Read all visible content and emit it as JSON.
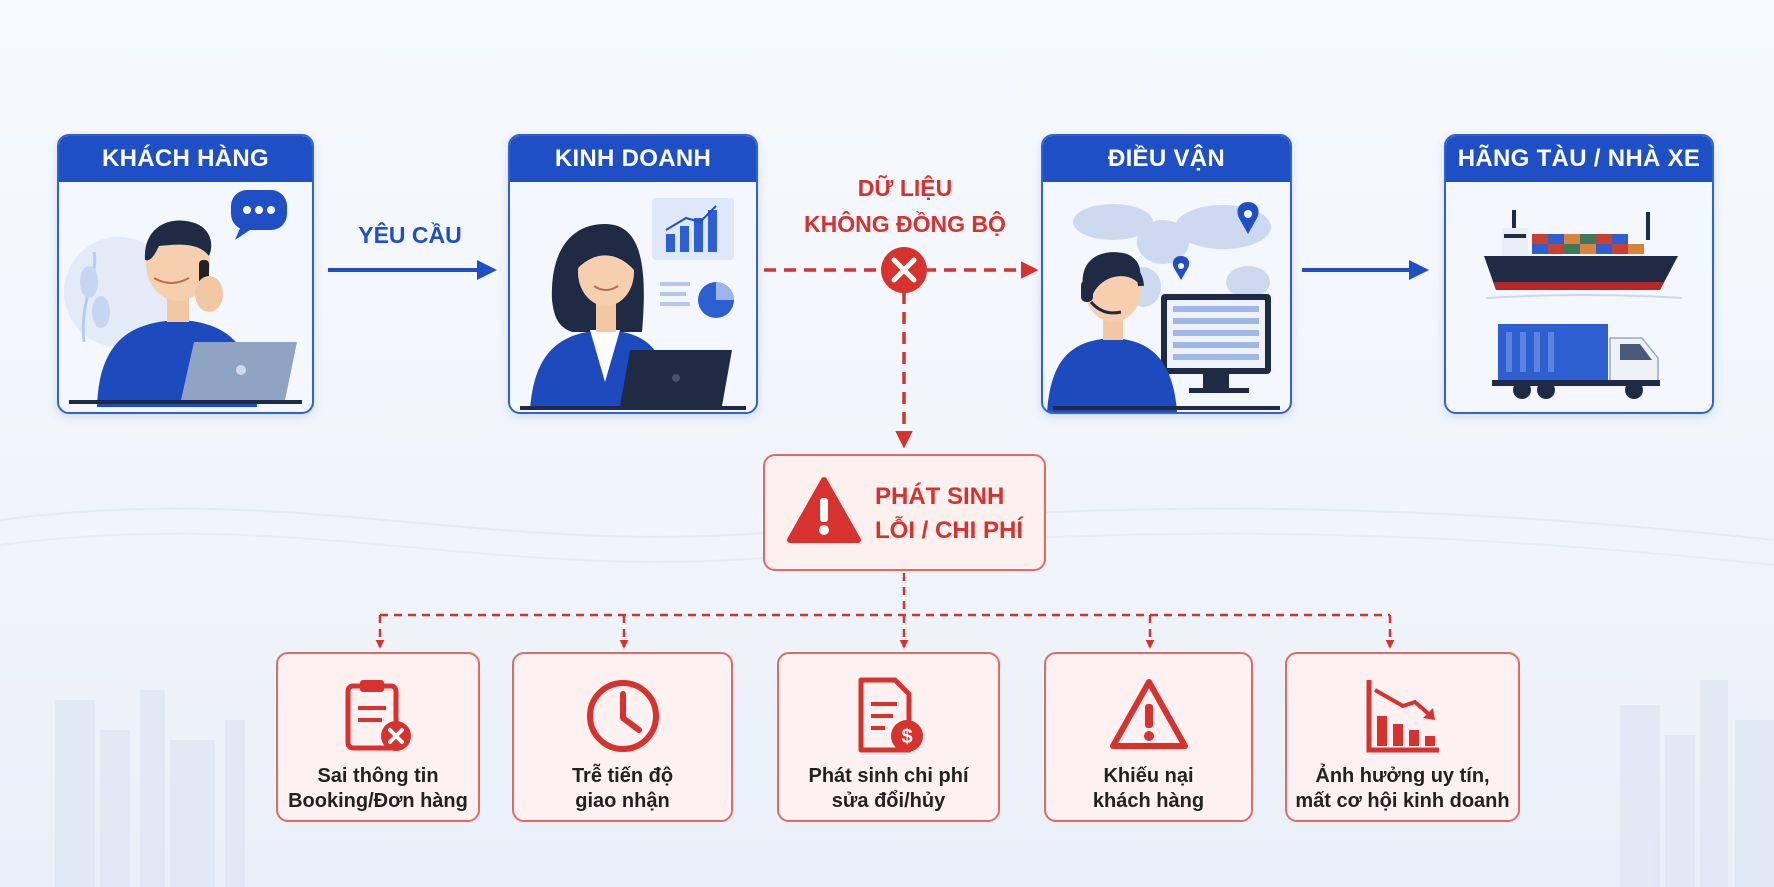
{
  "nodes": [
    {
      "title": "KHÁCH HÀNG"
    },
    {
      "title": "KINH DOANH"
    },
    {
      "title": "ĐIỀU VẬN"
    },
    {
      "title": "HÃNG TÀU / NHÀ XE"
    }
  ],
  "edges": {
    "request_label": "YÊU CẦU",
    "sync_label_line1": "DỮ LIỆU",
    "sync_label_line2": "KHÔNG ĐỒNG BỘ"
  },
  "alert": {
    "line1": "PHÁT SINH",
    "line2": "LỖI / CHI PHÍ"
  },
  "impacts": [
    {
      "line1": "Sai thông tin",
      "line2": "Booking/Đơn hàng",
      "icon": "clipboard-x-icon"
    },
    {
      "line1": "Trễ tiến độ",
      "line2": "giao nhận",
      "icon": "clock-icon"
    },
    {
      "line1": "Phát sinh chi phí",
      "line2": "sửa đổi/hủy",
      "icon": "invoice-dollar-icon"
    },
    {
      "line1": "Khiếu nại",
      "line2": "khách hàng",
      "icon": "warning-icon"
    },
    {
      "line1": "Ảnh hưởng uy tín,",
      "line2": "mất cơ hội kinh doanh",
      "icon": "declining-chart-icon"
    }
  ],
  "colors": {
    "primary": "#1e4fc4",
    "danger": "#d7322d",
    "danger_bg": "#fdf2f1"
  }
}
